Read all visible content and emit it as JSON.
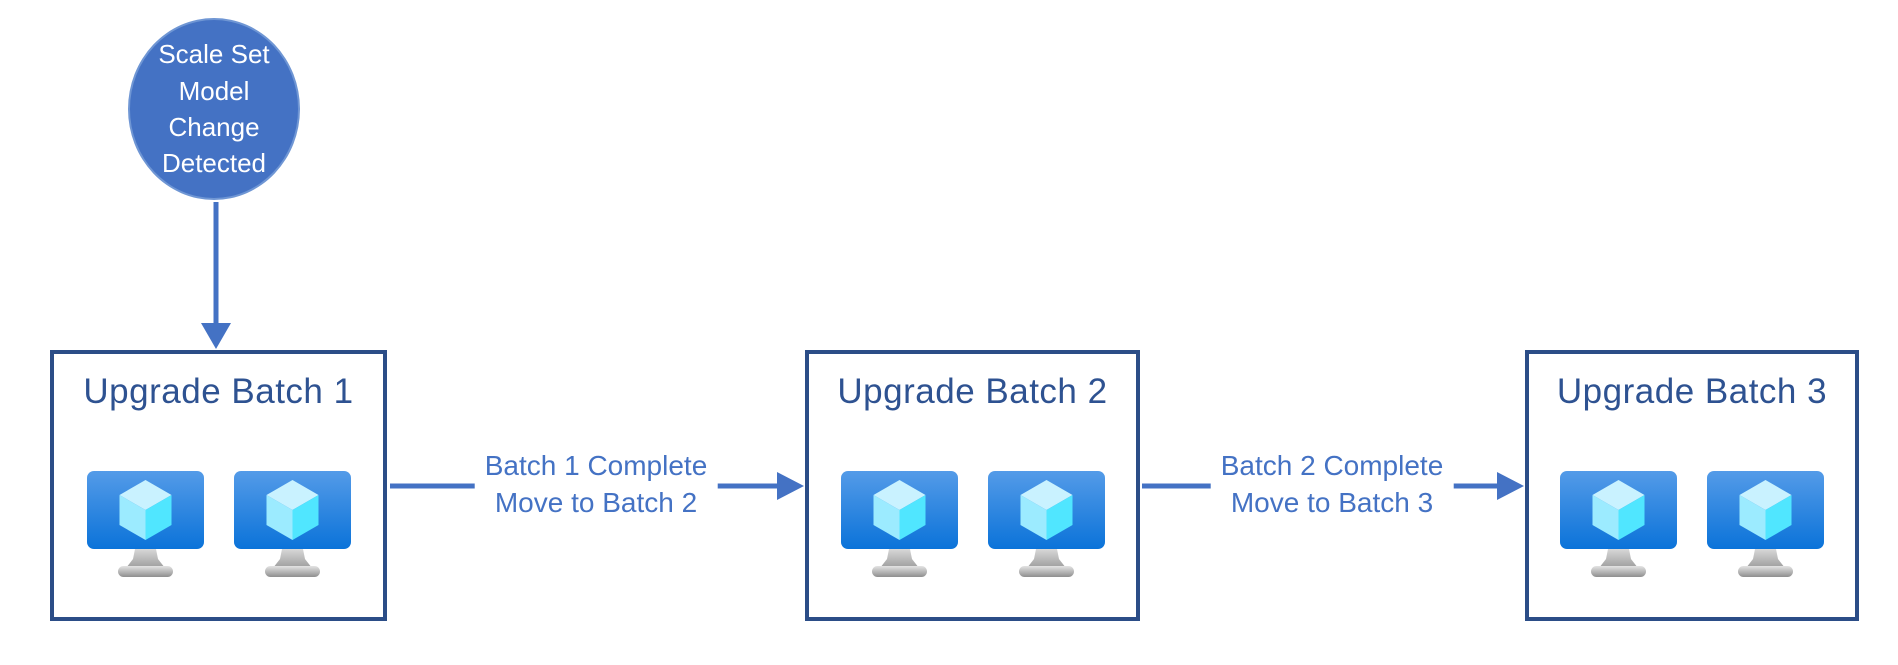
{
  "trigger": {
    "label": "Scale Set\nModel\nChange\nDetected"
  },
  "batches": [
    {
      "title": "Upgrade Batch 1",
      "vm_count": 2
    },
    {
      "title": "Upgrade Batch 2",
      "vm_count": 2
    },
    {
      "title": "Upgrade Batch 3",
      "vm_count": 2
    }
  ],
  "transitions": [
    {
      "label": "Batch 1 Complete\nMove to Batch 2"
    },
    {
      "label": "Batch 2 Complete\nMove to Batch 3"
    }
  ],
  "icons": {
    "vm": "azure-virtual-machine-icon"
  },
  "colors": {
    "background": "#ffffff",
    "flow_arrow": "#4472c4",
    "circle_fill": "#4472c4",
    "circle_text": "#ffffff",
    "box_border": "#2b4d87",
    "box_title_text": "#2e5291",
    "transition_label_text": "#4472c4",
    "vm_screen_top": "#549be8",
    "vm_screen_bottom": "#0b73d9",
    "vm_cube_right": "#50e6ff",
    "vm_cube_top": "#c9f2ff",
    "vm_cube_left": "#9cebff",
    "vm_stand_gray": "#a5a5a5"
  }
}
